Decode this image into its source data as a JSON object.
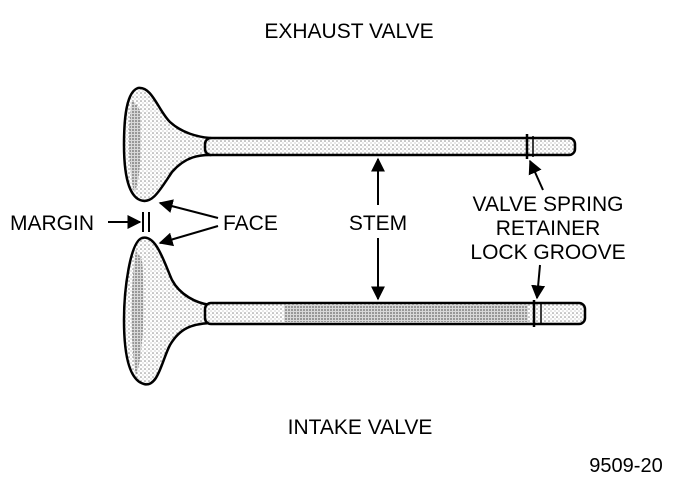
{
  "labels": {
    "exhaust_valve": "EXHAUST VALVE",
    "intake_valve": "INTAKE VALVE",
    "margin": "MARGIN",
    "face": "FACE",
    "stem": "STEM",
    "groove_line1": "VALVE SPRING",
    "groove_line2": "RETAINER",
    "groove_line3": "LOCK GROOVE",
    "figure_number": "9509-20"
  },
  "colors": {
    "ink": "#000000",
    "shading": "#9a9a9a",
    "background": "#ffffff"
  }
}
